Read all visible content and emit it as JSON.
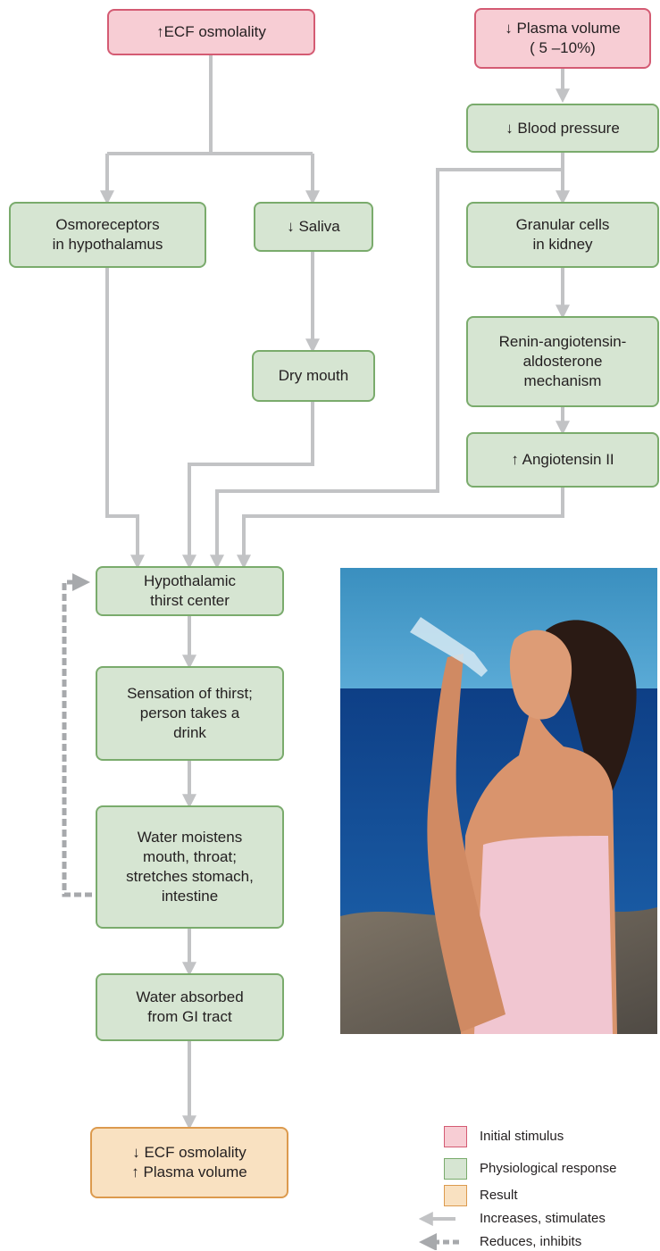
{
  "boxes": {
    "ecf_up": "↑ECF osmolality",
    "plasma_down": "↓ Plasma volume\n( 5 –10%)",
    "bp_down": "↓ Blood pressure",
    "osmoreceptors": "Osmoreceptors\nin hypothalamus",
    "saliva_down": "↓ Saliva",
    "granular": "Granular cells\nin kidney",
    "raas": "Renin-angiotensin-\naldosterone\nmechanism",
    "dry_mouth": "Dry mouth",
    "angiotensin": "↑ Angiotensin II",
    "thirst_center": "Hypothalamic\nthirst center",
    "sensation": "Sensation of thirst;\nperson takes a\ndrink",
    "moistens": "Water moistens\nmouth, throat;\nstretches stomach,\nintestine",
    "absorbed": "Water absorbed\nfrom GI tract",
    "result_line1": "↓ ECF osmolality",
    "result_line2": "↑ Plasma volume"
  },
  "legend": {
    "initial": "Initial stimulus",
    "physio": "Physiological response",
    "result": "Result",
    "increases": "Increases, stimulates",
    "reduces": "Reduces, inhibits"
  },
  "colors": {
    "stimulus_fill": "#f7cdd4",
    "response_fill": "#d6e5d2",
    "result_fill": "#f9e1c1",
    "arrow_gray": "#c2c3c5",
    "dashed_gray": "#a7a9ac"
  }
}
